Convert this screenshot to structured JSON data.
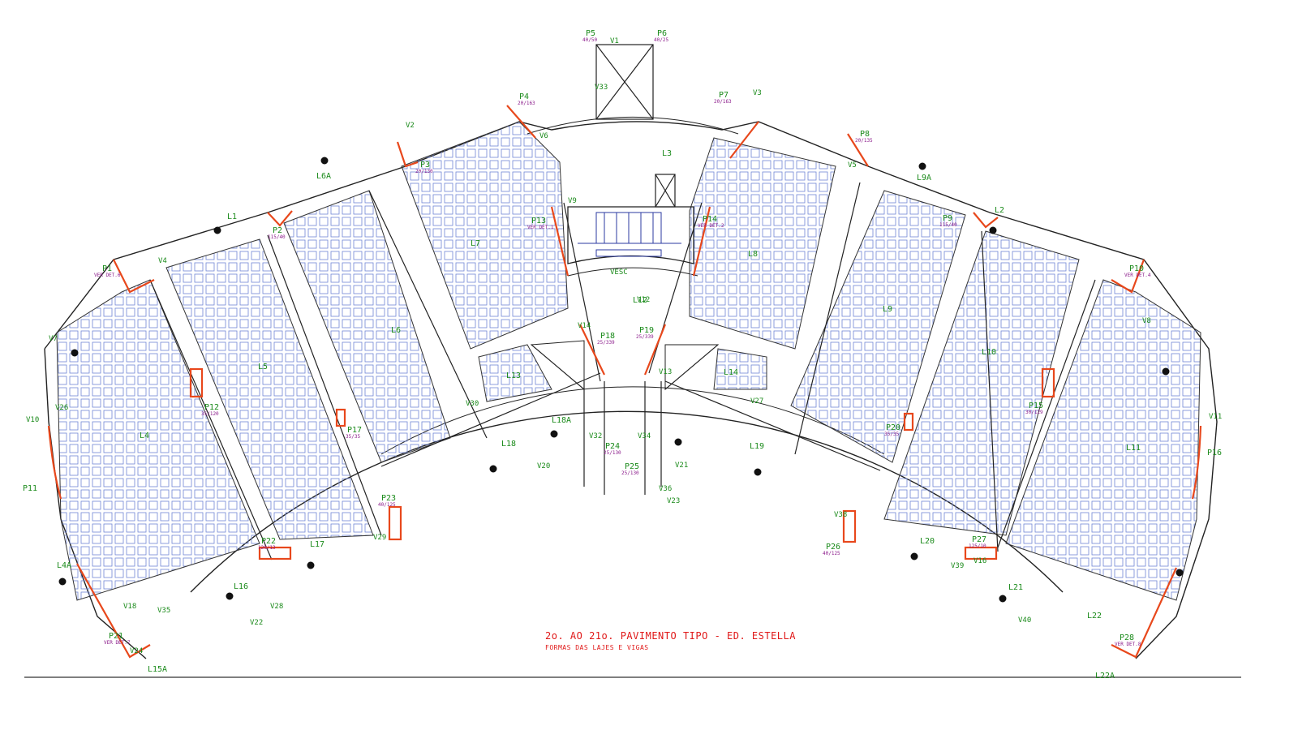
{
  "title": "2o. AO 21o. PAVIMENTO TIPO - ED. ESTELLA",
  "subtitle": "FORMAS DAS LAJES E VIGAS",
  "colors": {
    "slab_outline": "#222222",
    "grid": "#6f86d6",
    "pillar": "#e8481c",
    "label_green": "#1a8a1a",
    "label_purple": "#8a1a8a",
    "title_red": "#e01818"
  },
  "pillars": [
    {
      "name": "P1",
      "size": "VER DET.6"
    },
    {
      "name": "P2",
      "size": "115/40"
    },
    {
      "name": "P3",
      "size": "20/130"
    },
    {
      "name": "P4",
      "size": "20/163"
    },
    {
      "name": "P5",
      "size": "40/50"
    },
    {
      "name": "P6",
      "size": "40/25"
    },
    {
      "name": "P7",
      "size": "20/163"
    },
    {
      "name": "P8",
      "size": "20/135"
    },
    {
      "name": "P9",
      "size": "115/40"
    },
    {
      "name": "P10",
      "size": "VER DET.4"
    },
    {
      "name": "P11",
      "size": ""
    },
    {
      "name": "P12",
      "size": "35/120"
    },
    {
      "name": "P13",
      "size": "VER DET.1"
    },
    {
      "name": "P14",
      "size": "VER DET.2"
    },
    {
      "name": "P15",
      "size": "30/129"
    },
    {
      "name": "P16",
      "size": ""
    },
    {
      "name": "P17",
      "size": "35/35"
    },
    {
      "name": "P18",
      "size": "25/339"
    },
    {
      "name": "P19",
      "size": "25/339"
    },
    {
      "name": "P20",
      "size": "35/35"
    },
    {
      "name": "P21",
      "size": "VER DET.7"
    },
    {
      "name": "P22",
      "size": "120/13"
    },
    {
      "name": "P23",
      "size": "40/125"
    },
    {
      "name": "P24",
      "size": "25/130"
    },
    {
      "name": "P25",
      "size": "25/130"
    },
    {
      "name": "P26",
      "size": "40/125"
    },
    {
      "name": "P27",
      "size": "125/10"
    },
    {
      "name": "P28",
      "size": "VER DET.8"
    }
  ],
  "beams": [
    "V1",
    "V2",
    "V3",
    "V4",
    "V5",
    "V6",
    "V7",
    "V8",
    "V9",
    "V10",
    "V11",
    "V12",
    "V13",
    "V14",
    "V16",
    "V18",
    "V20",
    "V21",
    "V22",
    "V23",
    "V24",
    "V26",
    "V27",
    "V28",
    "V29",
    "V30",
    "V32",
    "V33",
    "V34",
    "V35",
    "V36",
    "V38",
    "V39",
    "V40",
    "VESC"
  ],
  "slabs": [
    "L1",
    "L2",
    "L3",
    "L4",
    "L4A",
    "L5",
    "L6",
    "L6A",
    "L7",
    "L8",
    "L9",
    "L9A",
    "L10",
    "L11",
    "L12",
    "L13",
    "L14",
    "L15A",
    "L16",
    "L17",
    "L18",
    "L18A",
    "L19",
    "L20",
    "L21",
    "L22",
    "L22A"
  ]
}
